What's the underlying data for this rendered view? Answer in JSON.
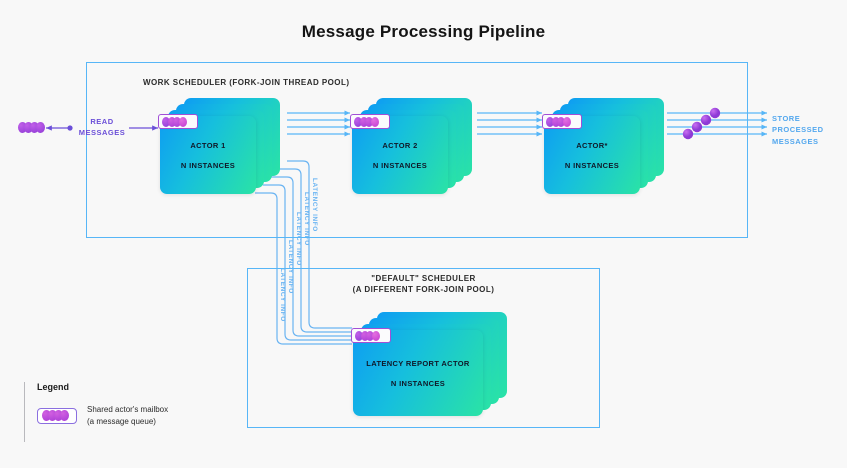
{
  "title": "Message Processing Pipeline",
  "frames": {
    "work_scheduler": {
      "label": "WORK SCHEDULER (FORK-JOIN THREAD POOL)"
    },
    "default_scheduler": {
      "label": "\"DEFAULT\" SCHEDULER\n(A DIFFERENT FORK-JOIN POOL)"
    }
  },
  "flow_labels": {
    "read_messages": "READ\nMESSAGES",
    "store_messages": "STORE\nPROCESSED\nMESSAGES",
    "latency_info": "LATENCY INFO"
  },
  "actors": [
    {
      "name": "ACTOR 1",
      "instances": "N INSTANCES"
    },
    {
      "name": "ACTOR 2",
      "instances": "N INSTANCES"
    },
    {
      "name": "ACTOR*",
      "instances": "N INSTANCES"
    },
    {
      "name": "LATENCY REPORT ACTOR",
      "instances": "N INSTANCES"
    }
  ],
  "legend": {
    "heading": "Legend",
    "item_label": "Shared actor's mailbox\n(a message queue)",
    "icon": "mailbox-icon"
  },
  "colors": {
    "frame_border": "#57b6f7",
    "wire_blue": "#6ab4f2",
    "wire_purple": "#6b4fd8",
    "mailbox_border": "#a24fd6",
    "bead_purple": "#a63ad6",
    "card_gradient_start": "#0e9df2",
    "card_gradient_end": "#2ae3a6",
    "background": "#f8f8f8",
    "title_color": "#141414"
  },
  "counts": {
    "pipeline_wires": 4,
    "latency_wires": 5,
    "stack_cards": 4,
    "mailbox_beads": 4
  }
}
